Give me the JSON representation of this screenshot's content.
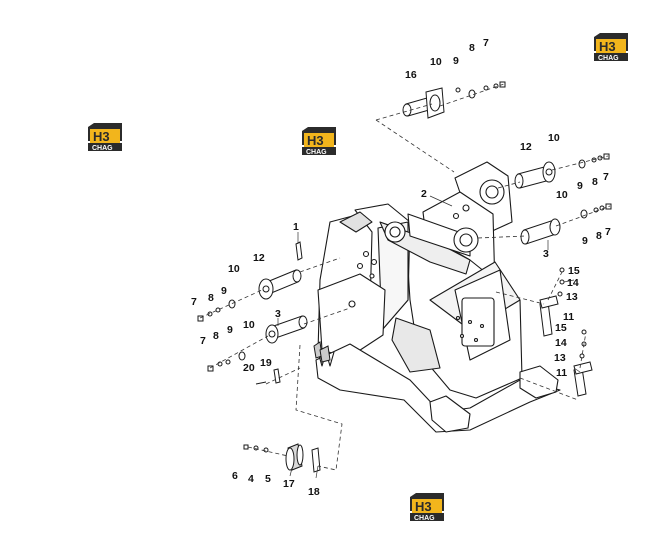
{
  "watermark": {
    "brand_mark": "H3",
    "brand_text": "CHAG",
    "colors": {
      "yellow": "#f2b51c",
      "dark": "#2b2b2b",
      "white": "#ffffff"
    }
  },
  "callouts": [
    "1",
    "2",
    "3",
    "3",
    "4",
    "5",
    "6",
    "7",
    "7",
    "7",
    "7",
    "8",
    "8",
    "8",
    "8",
    "9",
    "9",
    "9",
    "9",
    "10",
    "10",
    "10",
    "10",
    "10",
    "11",
    "11",
    "12",
    "12",
    "13",
    "13",
    "14",
    "14",
    "15",
    "15",
    "16",
    "17",
    "18",
    "19",
    "20"
  ],
  "colors": {
    "line": "#1a1a1a",
    "dash": "#333333",
    "fill": "#ffffff",
    "shade": "#d9d9d9"
  }
}
